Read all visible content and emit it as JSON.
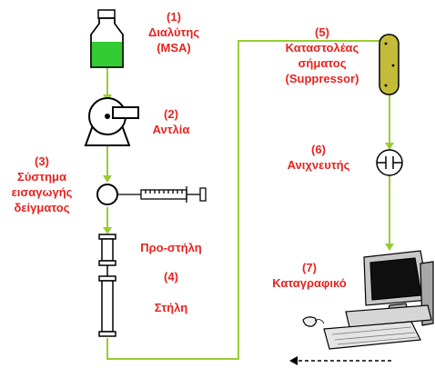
{
  "colors": {
    "flow_line": "#99cc33",
    "label": "#e8231f",
    "solvent_fill": "#33cc33",
    "suppressor_fill": "#c4bb3a"
  },
  "steps": {
    "solvent": {
      "num": "(1)",
      "name": "Διαλύτης",
      "extra": "(MSA)"
    },
    "pump": {
      "num": "(2)",
      "name": "Αντλία"
    },
    "injector": {
      "num": "(3)",
      "line1": "Σύστημα",
      "line2": "εισαγωγής",
      "line3": "δείγματος"
    },
    "precolumn": {
      "name": "Προ-στήλη"
    },
    "column": {
      "num": "(4)",
      "name": "Στήλη"
    },
    "suppressor": {
      "num": "(5)",
      "line1": "Καταστολέας",
      "line2": "σήματος",
      "line3": "(Suppressor)"
    },
    "detector": {
      "num": "(6)",
      "name": "Ανιχνευτής"
    },
    "recorder": {
      "num": "(7)",
      "name": "Καταγραφικό"
    }
  },
  "icons": {
    "solvent": "solvent-bottle-icon",
    "pump": "pump-icon",
    "injector": "injection-loop-icon",
    "syringe": "syringe-icon",
    "precolumn": "precolumn-icon",
    "column": "column-icon",
    "suppressor": "suppressor-icon",
    "detector": "detector-icon",
    "recorder": "computer-icon"
  }
}
